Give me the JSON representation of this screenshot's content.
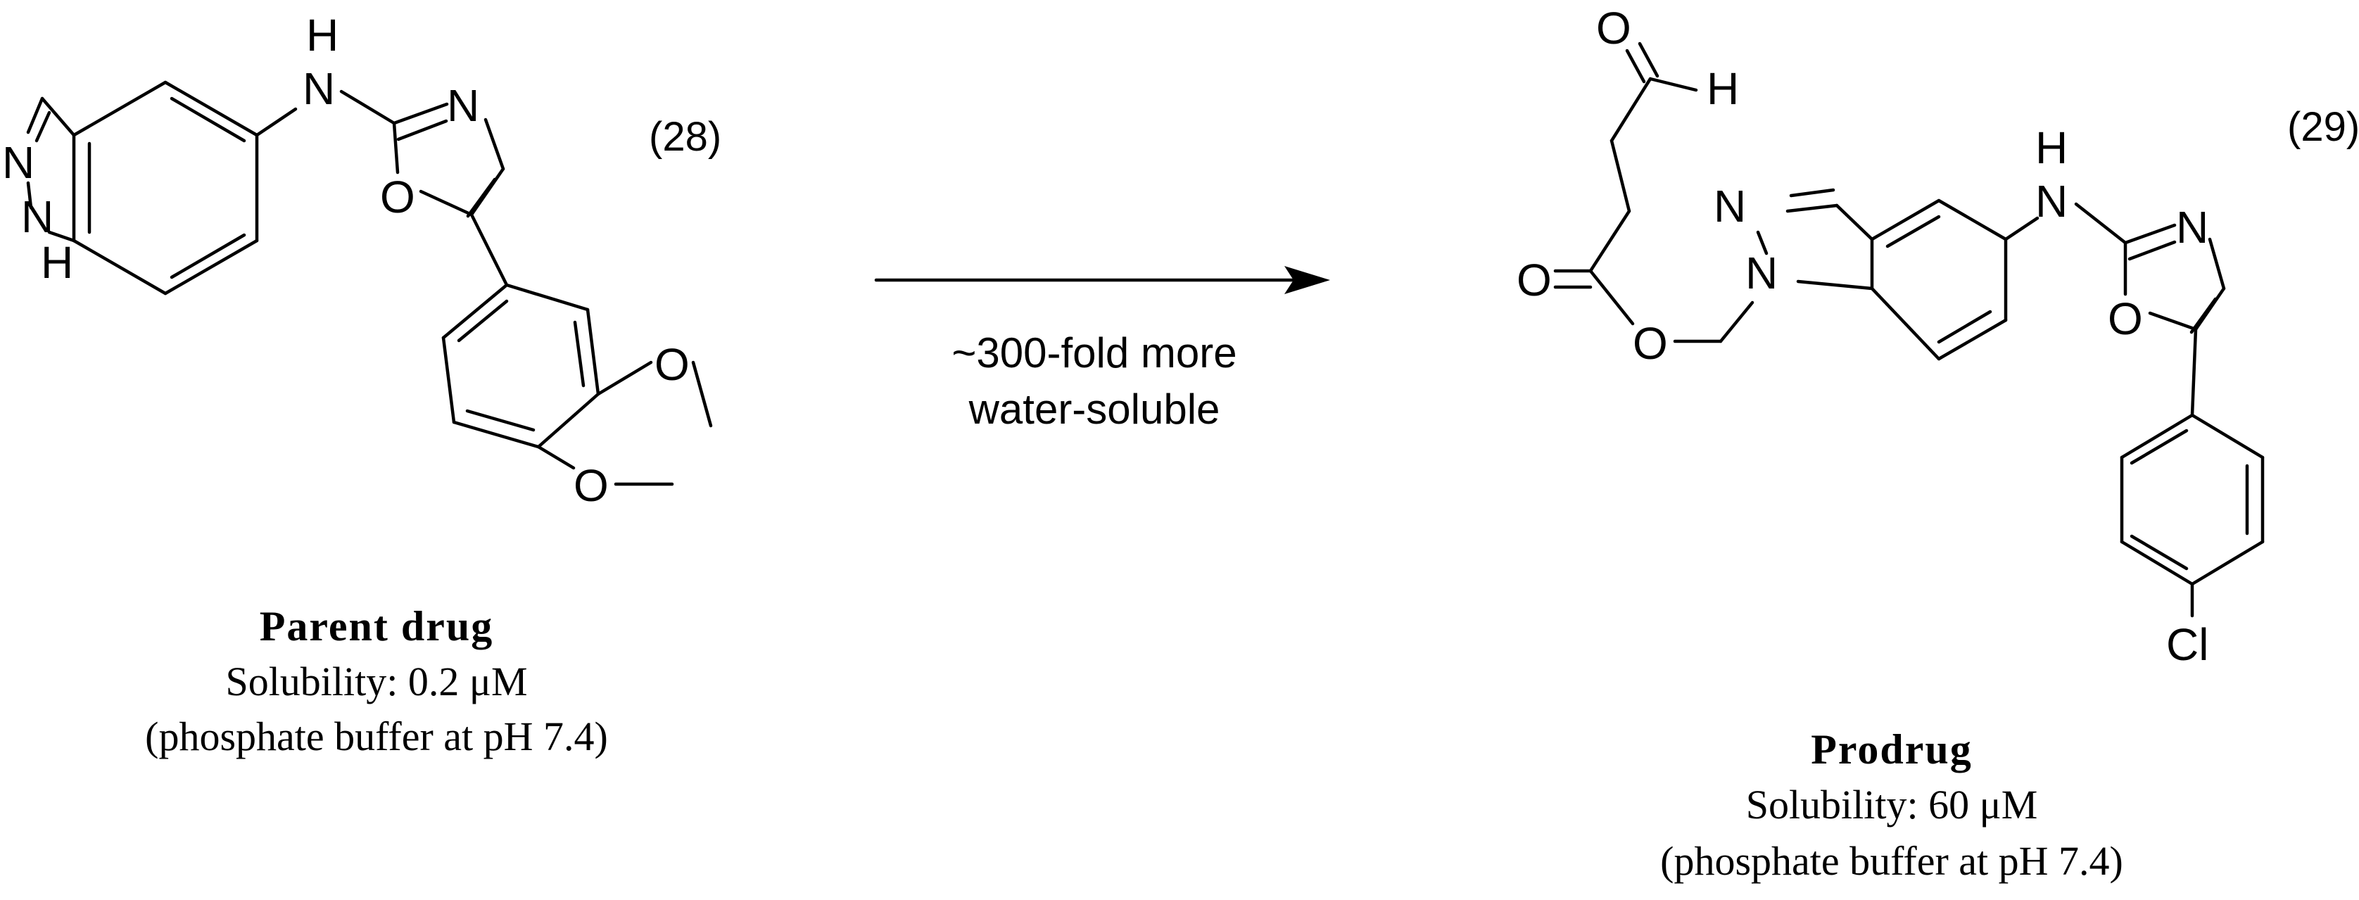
{
  "parent": {
    "compound_number": "(28)",
    "title": "Parent drug",
    "solubility": "Solubility: 0.2 μM",
    "conditions": "(phosphate buffer at pH 7.4)",
    "atoms": {
      "nh_h": "H",
      "nh_n": "N",
      "ox_n": "N",
      "ox_o": "O",
      "ind_n1": "N",
      "ind_n2": "N",
      "ind_h": "H",
      "ome1": "O",
      "ome2": "O"
    }
  },
  "reaction": {
    "line1": "~300-fold more",
    "line2": "water-soluble"
  },
  "prodrug": {
    "compound_number": "(29)",
    "title": "Prodrug",
    "solubility": "Solubility: 60 μM",
    "conditions": "(phosphate buffer at pH 7.4)",
    "atoms": {
      "ald_o": "O",
      "ald_h": "H",
      "est_o_dbl": "O",
      "est_o": "O",
      "ind_n1": "N",
      "ind_n2": "N",
      "nh_h": "H",
      "nh_n": "N",
      "ox_n": "N",
      "ox_o": "O",
      "cl": "Cl"
    }
  }
}
